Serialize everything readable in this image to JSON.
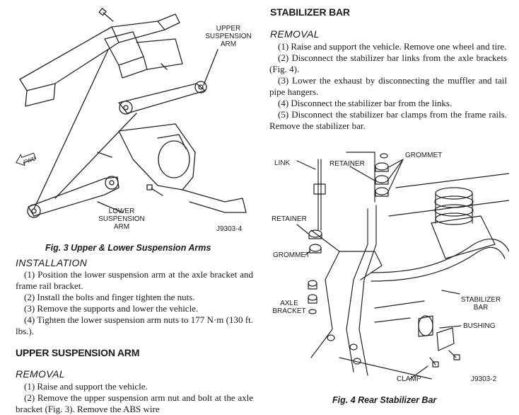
{
  "fig3": {
    "labels": {
      "upper_arm": [
        "UPPER",
        "SUSPENSION",
        "ARM"
      ],
      "lower_arm": [
        "LOWER",
        "SUSPENSION",
        "ARM"
      ],
      "fwd": "FWD",
      "code": "J9303-4"
    },
    "caption": "Fig. 3 Upper & Lower Suspension Arms"
  },
  "installation": {
    "heading": "INSTALLATION",
    "steps": [
      "(1) Position the lower suspension arm at the axle bracket and frame rail bracket.",
      "(2) Install the bolts and finger tighten the nuts.",
      "(3) Remove the supports and lower the vehicle.",
      "(4) Tighten the lower suspension arm nuts to 177 N·m (130 ft. lbs.)."
    ]
  },
  "upper_arm_section": {
    "heading": "UPPER SUSPENSION ARM",
    "subheading": "REMOVAL",
    "steps": [
      "(1) Raise and support the vehicle.",
      "(2) Remove the upper suspension arm nut and bolt at the axle bracket (Fig. 3). Remove the ABS wire"
    ]
  },
  "stabilizer": {
    "heading": "STABILIZER BAR",
    "subheading": "REMOVAL",
    "steps": [
      "(1) Raise and support the vehicle. Remove one wheel and tire.",
      "(2) Disconnect the stabilizer bar links from the axle brackets (Fig. 4).",
      "(3) Lower the exhaust by disconnecting the muffler and tail pipe hangers.",
      "(4) Disconnect the stabilizer bar from the links.",
      "(5) Disconnect the stabilizer bar clamps from the frame rails. Remove the stabilizer bar."
    ]
  },
  "fig4": {
    "labels": {
      "link": "LINK",
      "retainer_top": "RETAINER",
      "grommet_top": "GROMMET",
      "retainer_left": "RETAINER",
      "grommet_left": "GROMMET",
      "axle_bracket": [
        "AXLE",
        "BRACKET"
      ],
      "stabilizer_bar": [
        "STABILIZER",
        "BAR"
      ],
      "bushing": "BUSHING",
      "clamp": "CLAMP",
      "code": "J9303-2"
    },
    "caption": "Fig. 4 Rear Stabilizer Bar"
  }
}
